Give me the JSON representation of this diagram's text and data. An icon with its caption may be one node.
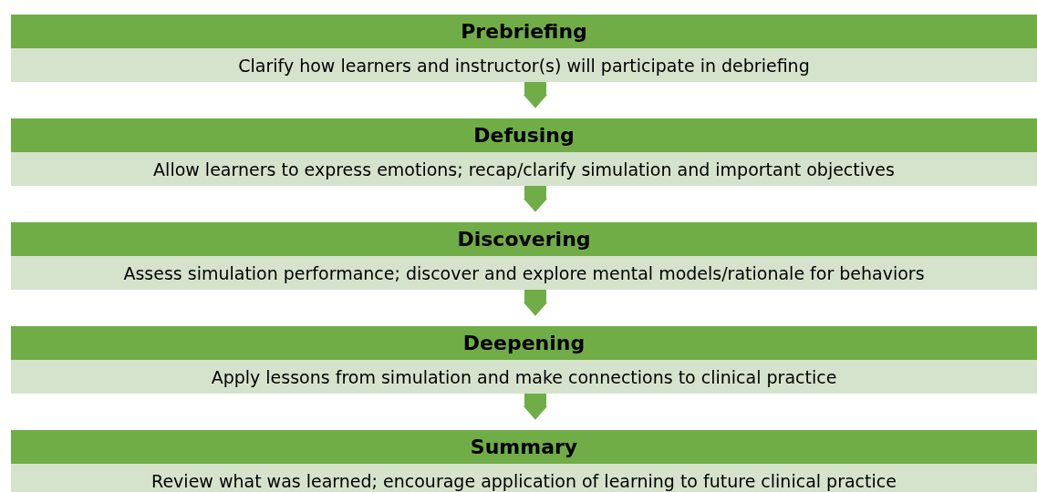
{
  "diagram": {
    "nodes": [
      {
        "text": [
          "Prebriefing"
        ]
      },
      {
        "text": [
          "Clarify how learners and instructor(s) will participate in debriefing"
        ]
      },
      {
        "text": [
          "Defusing"
        ]
      },
      {
        "text": [
          "Allow learners to express emotions; recap/clarify simulation and important objectives"
        ]
      },
      {
        "text": [
          "Discovering"
        ]
      },
      {
        "text": [
          "Assess simulation performance; discover and explore mental models/rationale for behaviors"
        ]
      },
      {
        "text": [
          "Deepening"
        ]
      },
      {
        "text": [
          "Apply lessons from simulation and make connections to clinical practice"
        ]
      },
      {
        "text": [
          "Summary"
        ]
      },
      {
        "text": [
          "Review what was learned; encourage application of learning to future clinical practice"
        ]
      }
    ],
    "edges": [
      {
        "from": 1,
        "to": 2,
        "arrow": "to"
      },
      {
        "from": 3,
        "to": 4,
        "arrow": "to"
      },
      {
        "from": 5,
        "to": 6,
        "arrow": "to"
      },
      {
        "from": 7,
        "to": 8,
        "arrow": "to"
      }
    ]
  }
}
